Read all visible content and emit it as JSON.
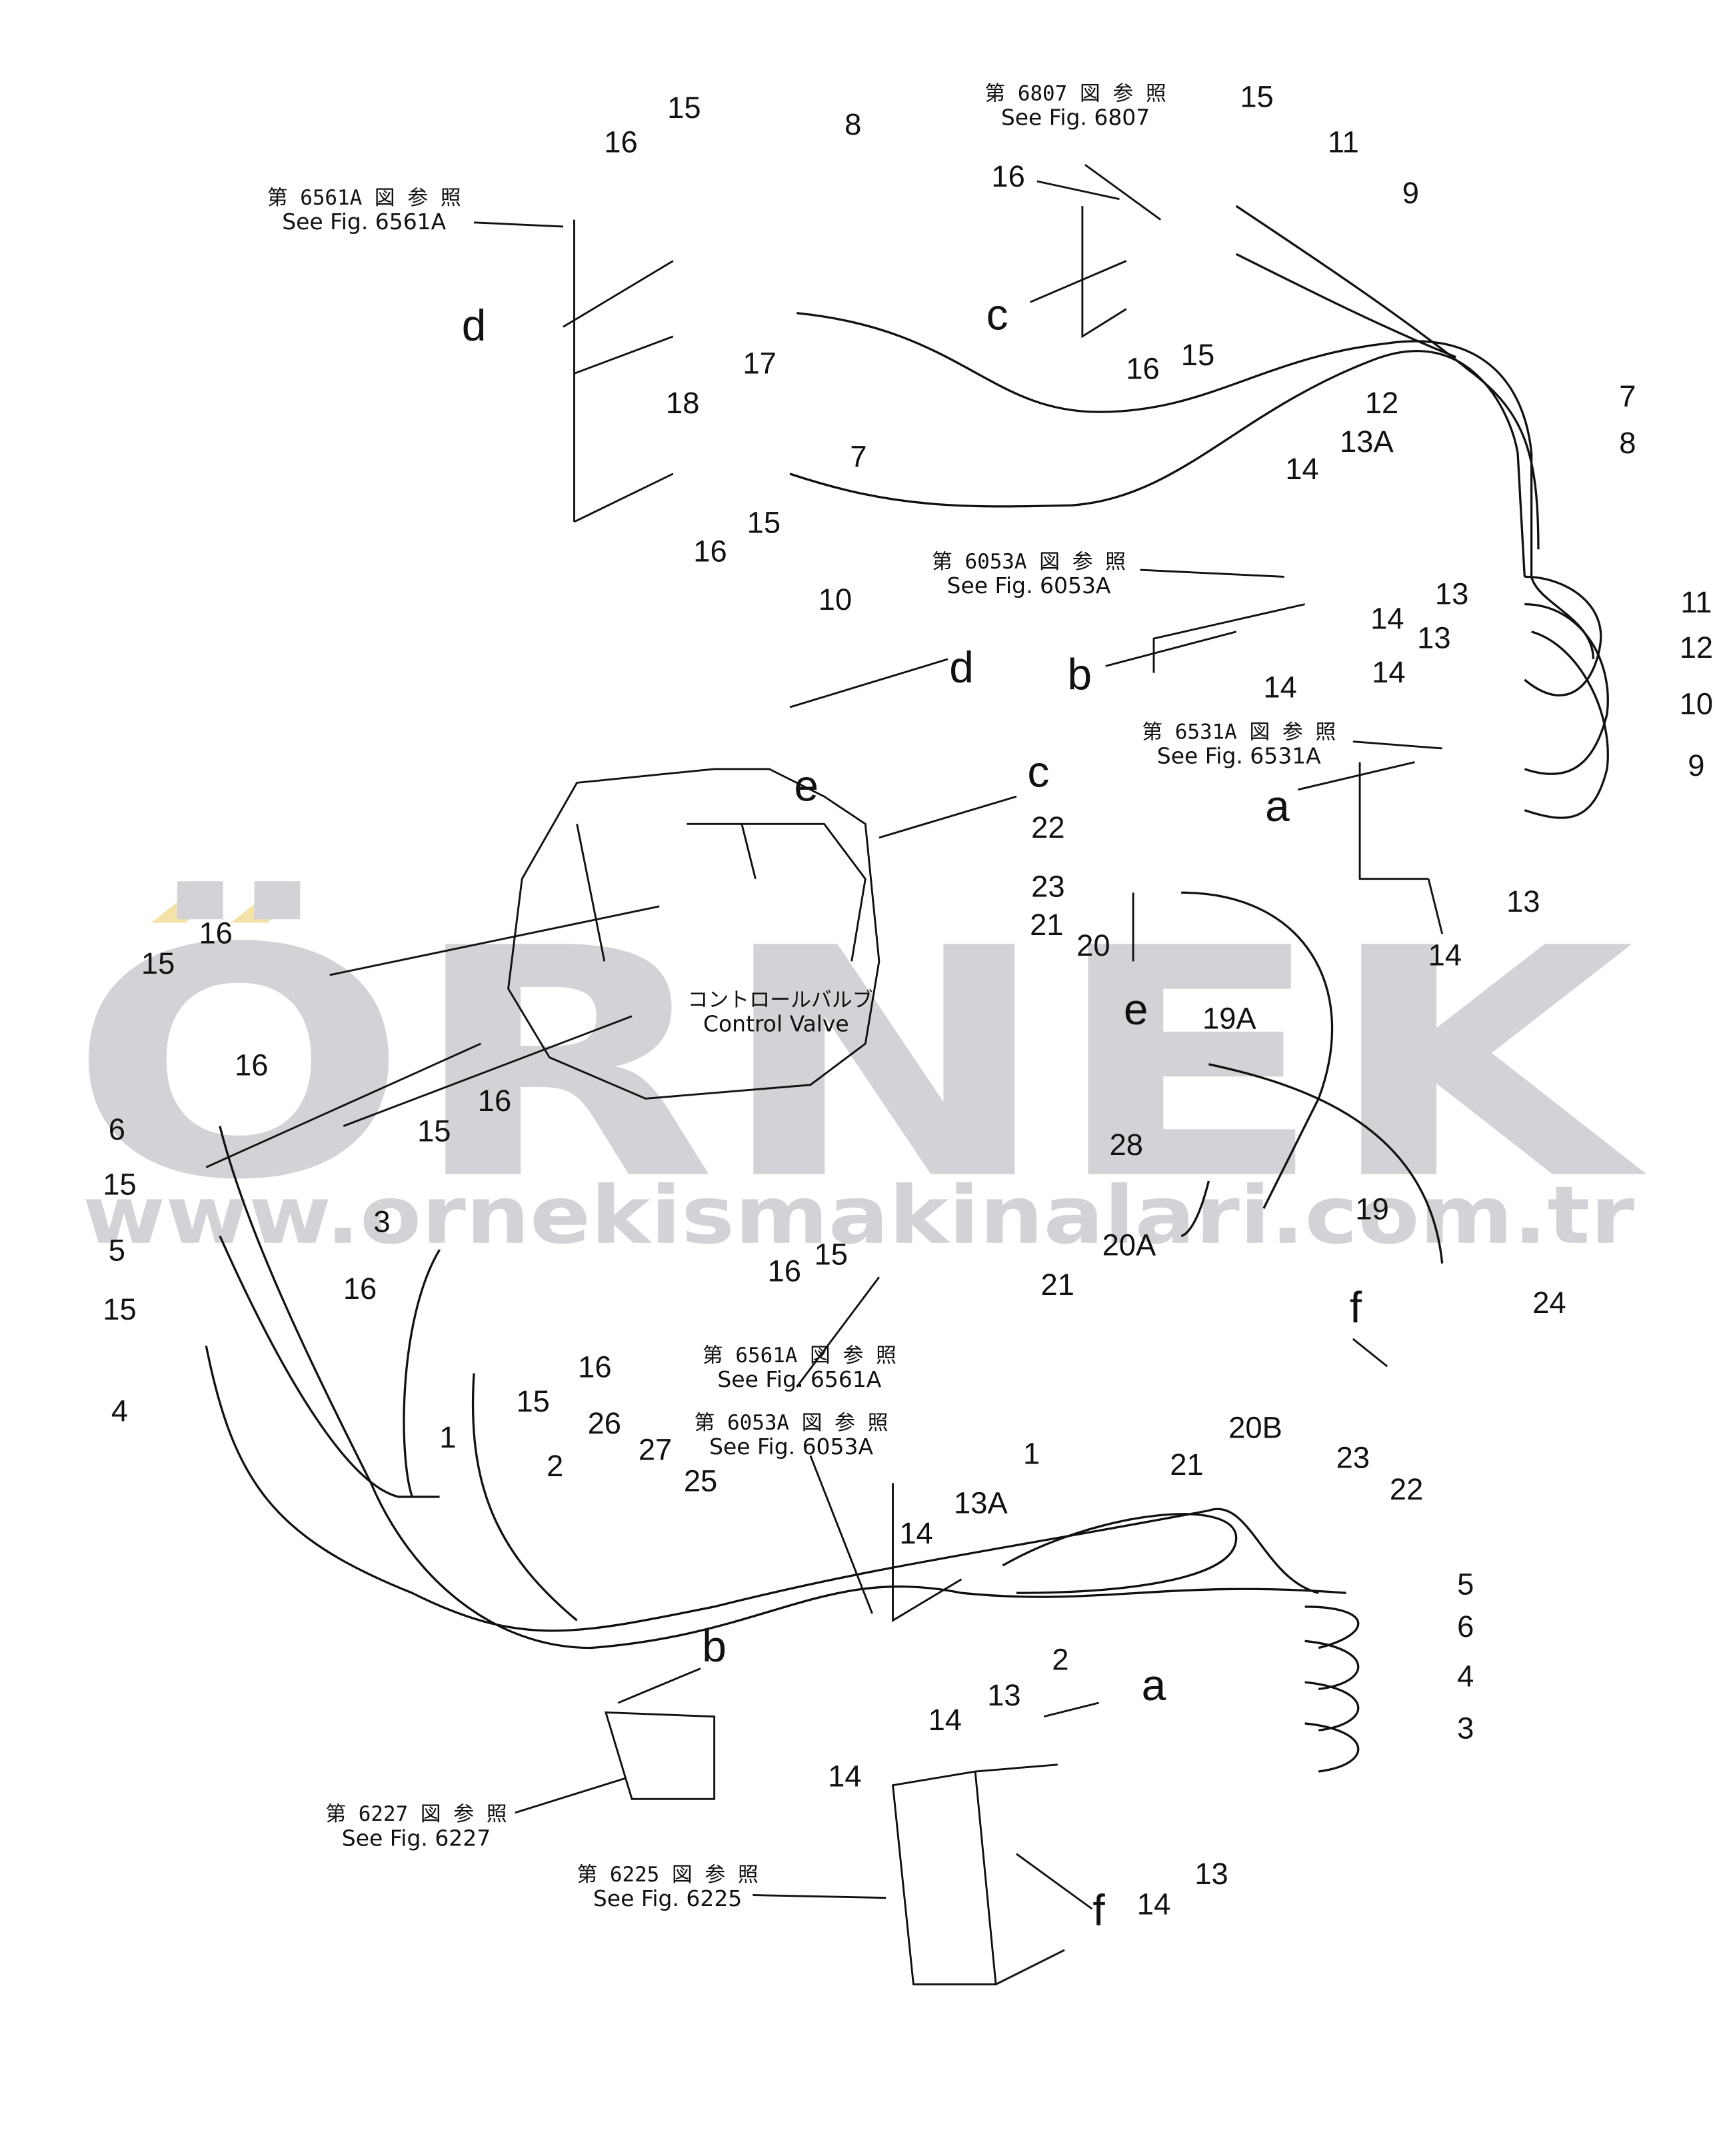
{
  "watermark": {
    "brand": "ÖRNEK",
    "url": "www.ornekismakinalari.com.tr",
    "color": "#d3d2d6"
  },
  "component_label": {
    "jp": "コントロールバルブ",
    "en": "Control  Valve"
  },
  "references": [
    {
      "jp": "第 6561A 図 参 照",
      "en": "See Fig. 6561A"
    },
    {
      "jp": "第 6807 図 参 照",
      "en": "See Fig. 6807"
    },
    {
      "jp": "第 6053A 図 参 照",
      "en": "See Fig. 6053A"
    },
    {
      "jp": "第 6531A 図 参 照",
      "en": "See Fig. 6531A"
    },
    {
      "jp": "第 6561A 図 参 照",
      "en": "See Fig. 6561A"
    },
    {
      "jp": "第 6053A 図 参 照",
      "en": "See Fig. 6053A"
    },
    {
      "jp": "第 6227 図 参 照",
      "en": "See Fig. 6227"
    },
    {
      "jp": "第 6225 図 参 照",
      "en": "See Fig. 6225"
    }
  ],
  "callouts": [
    "15",
    "16",
    "8",
    "15",
    "11",
    "9",
    "16",
    "16",
    "15",
    "12",
    "7",
    "8",
    "13A",
    "14",
    "13",
    "14",
    "14",
    "17",
    "18",
    "7",
    "15",
    "16",
    "10",
    "11",
    "12",
    "10",
    "9",
    "13",
    "14",
    "13",
    "14",
    "22",
    "23",
    "21",
    "20",
    "19A",
    "16",
    "15",
    "16",
    "6",
    "15",
    "16",
    "15",
    "3",
    "5",
    "16",
    "15",
    "16",
    "15",
    "16",
    "15",
    "28",
    "19",
    "20A",
    "21",
    "24",
    "20B",
    "21",
    "23",
    "22",
    "4",
    "1",
    "2",
    "26",
    "27",
    "25",
    "1",
    "13A",
    "14",
    "2",
    "13",
    "14",
    "14",
    "5",
    "6",
    "4",
    "3",
    "13",
    "14"
  ],
  "letters": [
    "d",
    "c",
    "b",
    "a",
    "d",
    "c",
    "e",
    "e",
    "f",
    "b",
    "a",
    "f"
  ]
}
